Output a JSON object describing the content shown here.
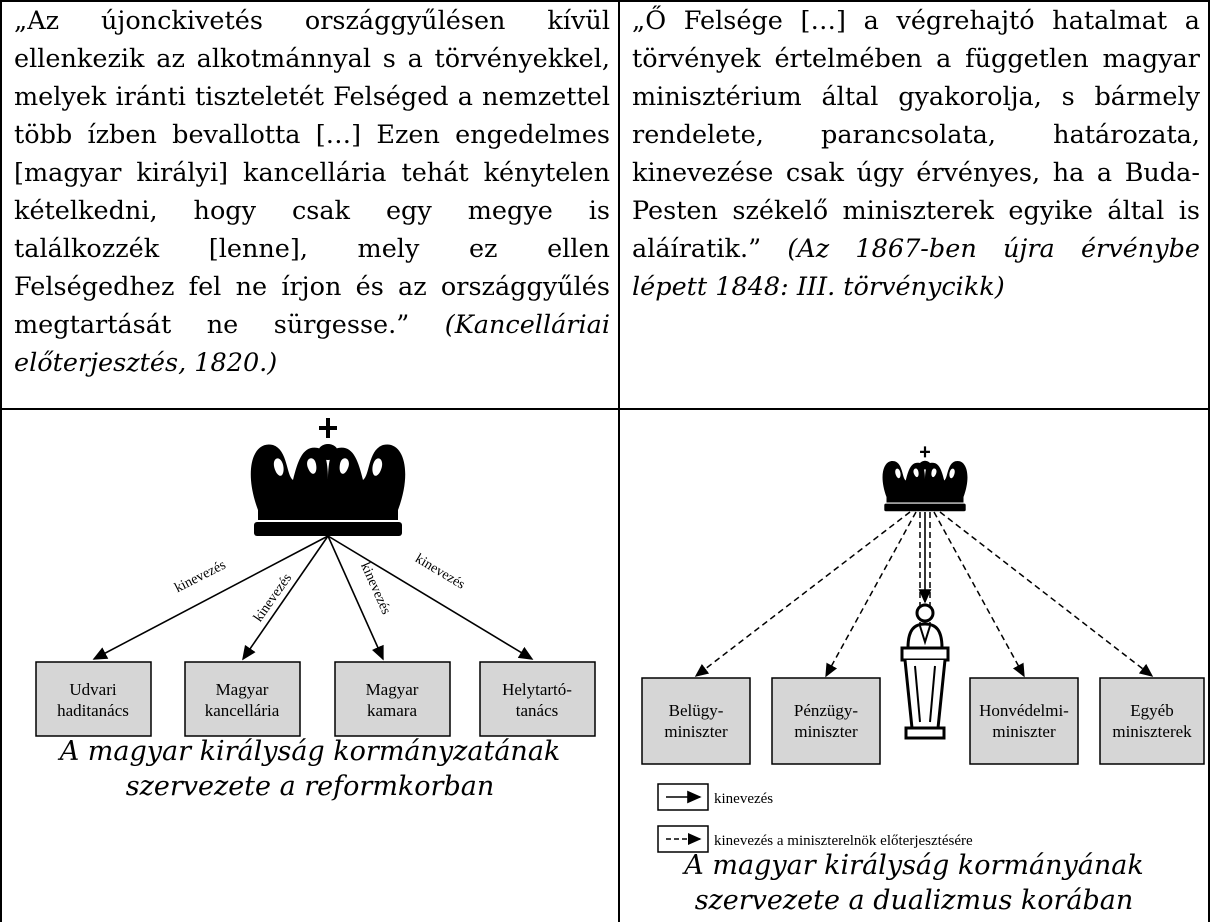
{
  "top_left": {
    "quote": "„Az újonckivetés országgyűlésen kívül ellenkezik az alkotmánnyal s a törvényekkel, melyek iránti tiszteletét Felséged a nemzettel több ízben bevallotta […] Ezen engedelmes [magyar királyi] kancellária tehát kénytelen kételkedni, hogy csak egy megye is találkozzék [lenne], mely ez ellen Felségedhez fel ne írjon és az országgyűlés megtartását ne sürgesse.”",
    "source": "(Kancelláriai előterjesztés, 1820.)"
  },
  "top_right": {
    "quote": "„Ő Felsége […] a végrehajtó hatalmat a törvények értelmében a független magyar minisztérium által gyakorolja, s bármely rendelete, parancsolata, határozata, kinevezése csak úgy érvényes, ha a Buda-Pesten székelő miniszterek egyike által is aláíratik.”",
    "source": "(Az 1867-ben újra érvénybe lépett 1848: III. törvénycikk)"
  },
  "left_diagram": {
    "arrow_label": "kinevezés",
    "boxes": [
      {
        "line1": "Udvari",
        "line2": "haditanács"
      },
      {
        "line1": "Magyar",
        "line2": "kancellária"
      },
      {
        "line1": "Magyar",
        "line2": "kamara"
      },
      {
        "line1": "Helytartó-",
        "line2": "tanács"
      }
    ],
    "caption_line1": "A magyar királyság kormányzatának",
    "caption_line2": "szervezete a reformkorban"
  },
  "right_diagram": {
    "boxes": [
      {
        "line1": "Belügy-",
        "line2": "miniszter"
      },
      {
        "line1": "Pénzügy-",
        "line2": "miniszter"
      },
      {
        "line1": "Honvédelmi-",
        "line2": "miniszter"
      },
      {
        "line1": "Egyéb",
        "line2": "miniszterek"
      }
    ],
    "legend_solid": "kinevezés",
    "legend_dashed": "kinevezés a miniszterelnök előterjesztésére",
    "caption_line1": "A magyar királyság kormányának",
    "caption_line2": "szervezete a dualizmus korában"
  }
}
